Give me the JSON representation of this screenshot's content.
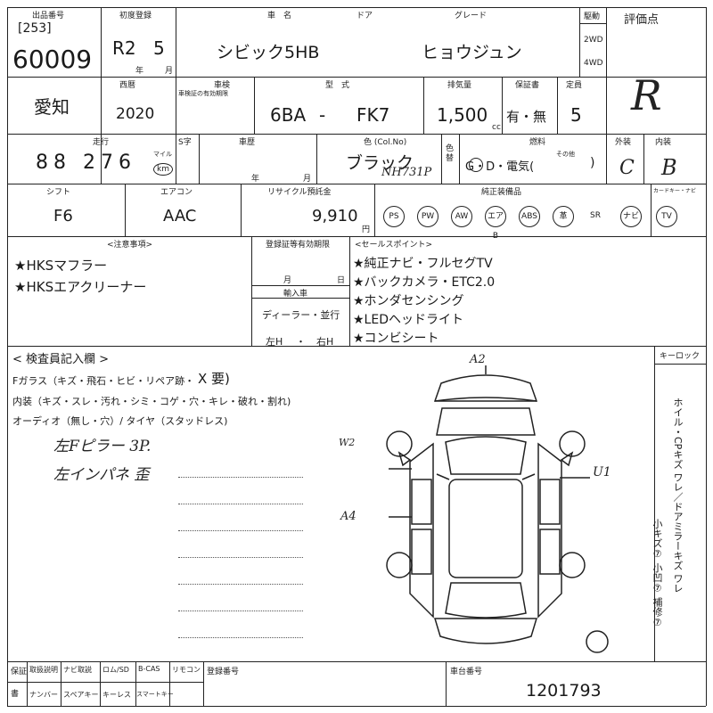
{
  "header": {
    "auction_no_label": "出品番号",
    "lot_bracket": "[253]",
    "lot_number": "60009",
    "first_reg_label": "初度登録",
    "first_reg_era": "R2",
    "first_reg_month": "5",
    "year_label": "年",
    "month_label": "月",
    "car_name_label": "車　名",
    "car_name": "シビック5HB",
    "door_label": "ドア",
    "grade_label": "グレード",
    "grade": "ヒョウジュン",
    "drive_label": "駆動",
    "drive_2wd": "2WD",
    "drive_4wd": "4WD",
    "score_label": "評価点",
    "score": "R"
  },
  "row2": {
    "location": "愛知",
    "model_year_label": "西暦",
    "model_year": "2020",
    "inspection_label": "車検",
    "inspection_sub": "車検証の有効期限",
    "type_label": "型　式",
    "type_prefix": "6BA",
    "type_dash": "-",
    "type_code": "FK7",
    "displacement_label": "排気量",
    "displacement": "1,500",
    "cc": "cc",
    "warranty_label": "保証書",
    "warranty": "有・無",
    "capacity_label": "定員",
    "capacity": "5"
  },
  "row3": {
    "mileage_label": "走行",
    "mileage": "88 276",
    "mile_unit": "マイル",
    "km_unit": "km",
    "s_label": "S字",
    "history_label": "車歴",
    "year_label": "年",
    "month_label": "月",
    "color_label": "色 (Col.No)",
    "color": "ブラック",
    "color_code": "NH731P",
    "color_change_label": "色替",
    "fuel_label": "燃料",
    "fuel_options": "G・D・電気(",
    "fuel_other": "その他",
    "fuel_close": ")",
    "exterior_label": "外装",
    "exterior": "C",
    "interior_label": "内装",
    "interior": "B"
  },
  "row4": {
    "shift_label": "シフト",
    "shift": "F6",
    "ac_label": "エアコン",
    "ac": "AAC",
    "recycle_label": "リサイクル預託金",
    "recycle": "9,910",
    "yen": "円",
    "equip_label": "純正装備品",
    "equipment": [
      {
        "label": "PS",
        "circled": true
      },
      {
        "label": "PW",
        "circled": true
      },
      {
        "label": "AW",
        "circled": true
      },
      {
        "label": "エアB",
        "circled": true
      },
      {
        "label": "ABS",
        "circled": true
      },
      {
        "label": "革",
        "circled": true
      },
      {
        "label": "SR",
        "circled": false
      },
      {
        "label": "ナビ",
        "circled": true
      },
      {
        "label": "TV",
        "circled": true
      }
    ],
    "card_key_label": "カードキー・ナビ"
  },
  "notes": {
    "caution_label": "<注意事項>",
    "items": [
      "★HKSマフラー",
      "★HKSエアクリーナー"
    ],
    "registration_label": "登録証等有効期限",
    "reg_month": "月",
    "reg_day": "日",
    "import_label": "輸入車",
    "dealer": "ディーラー・並行",
    "steering_left": "左H",
    "steering_dot": "・",
    "steering_right": "右H",
    "sales_label": "<セールスポイント>",
    "sales_points": [
      "★純正ナビ・フルセグTV",
      "★バックカメラ・ETC2.0",
      "★ホンダセンシング",
      "★LEDヘッドライト",
      "★コンビシート"
    ]
  },
  "inspection": {
    "title": "< 検査員記入欄 >",
    "line_glass": "Fガラス（キズ・飛石・ヒビ・リペア跡・",
    "line_glass_end": "X 要)",
    "line_interior": "内装（キズ・スレ・汚れ・シミ・コゲ・穴・キレ・破れ・割れ)",
    "line_audio": "オーディオ（無し・穴）/ タイヤ（スタッドレス)",
    "hand_note_1": "左Fピラー 3P.",
    "hand_note_2": "左インパネ 歪",
    "key_lock_label": "キーロック",
    "right_vertical": "ホイル・CPキズ ワレ／ドアミラーキズ ワレ",
    "right_vertical_2": "小キズ⑦ 小凹⑦ 補修⑦",
    "diag_labels": {
      "a2": "A2",
      "u1": "U1",
      "w2": "W2",
      "a4": "A4"
    }
  },
  "footer": {
    "col1": [
      "保証",
      "書"
    ],
    "col2_top": "取扱説明",
    "col2_bot": "ナンバー",
    "col3_top": "ナビ取説",
    "col3_bot": "スペアキー",
    "col4_top": "ロム/SD",
    "col4_bot": "キーレス",
    "col5_top": "B-CAS",
    "col5_bot": "スマートキー",
    "col6_top": "リモコン",
    "reg_no_label": "登録番号",
    "frame_no_label": "車台番号",
    "frame_no": "1201793"
  }
}
